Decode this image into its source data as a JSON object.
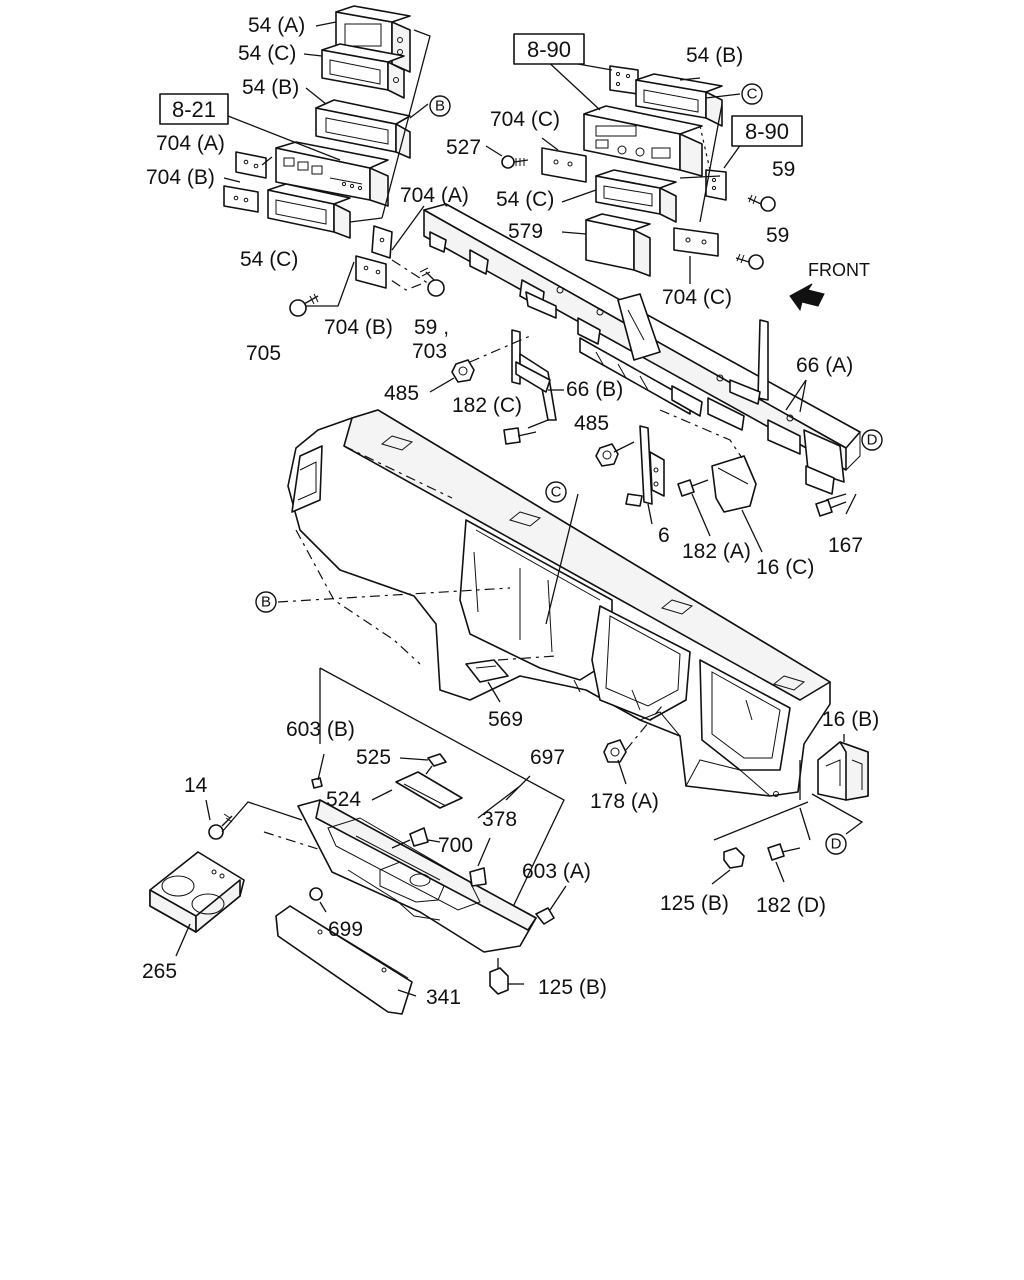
{
  "labels": {
    "p54a_top": "54 (A)",
    "p54c_top": "54 (C)",
    "p54b_left": "54 (B)",
    "p704a_left": "704 (A)",
    "p704b_left": "704 (B)",
    "p54c_left": "54 (C)",
    "p704a_mid": "704 (A)",
    "p705": "705",
    "p704b_mid": "704 (B)",
    "p59_703_a": "59 ,",
    "p59_703_b": "703",
    "p54b_right": "54 (B)",
    "p704c_top": "704 (C)",
    "p527": "527",
    "p54c_right": "54 (C)",
    "p579": "579",
    "p59_a": "59",
    "p59_b": "59",
    "p704c_right": "704 (C)",
    "front": "FRONT",
    "p485_a": "485",
    "p66b": "66 (B)",
    "p182c": "182 (C)",
    "p485_b": "485",
    "p66a": "66 (A)",
    "p6": "6",
    "p182a": "182 (A)",
    "p16c": "16 (C)",
    "p167": "167",
    "p569": "569",
    "p16b": "16 (B)",
    "p603b": "603 (B)",
    "p525": "525",
    "p697": "697",
    "p14": "14",
    "p524": "524",
    "p378": "378",
    "p178a": "178 (A)",
    "p700": "700",
    "p603a": "603 (A)",
    "p125b_right": "125 (B)",
    "p182d": "182 (D)",
    "p699": "699",
    "p265": "265",
    "p341": "341",
    "p125b_bottom": "125 (B)"
  },
  "refs": {
    "r821": "8-21",
    "r890_top": "8-90",
    "r890_right": "8-90"
  },
  "callouts": {
    "B_top": "B",
    "C_top": "C",
    "C_mid": "C",
    "B_mid": "B",
    "D_right": "D",
    "D_bottom": "D"
  }
}
